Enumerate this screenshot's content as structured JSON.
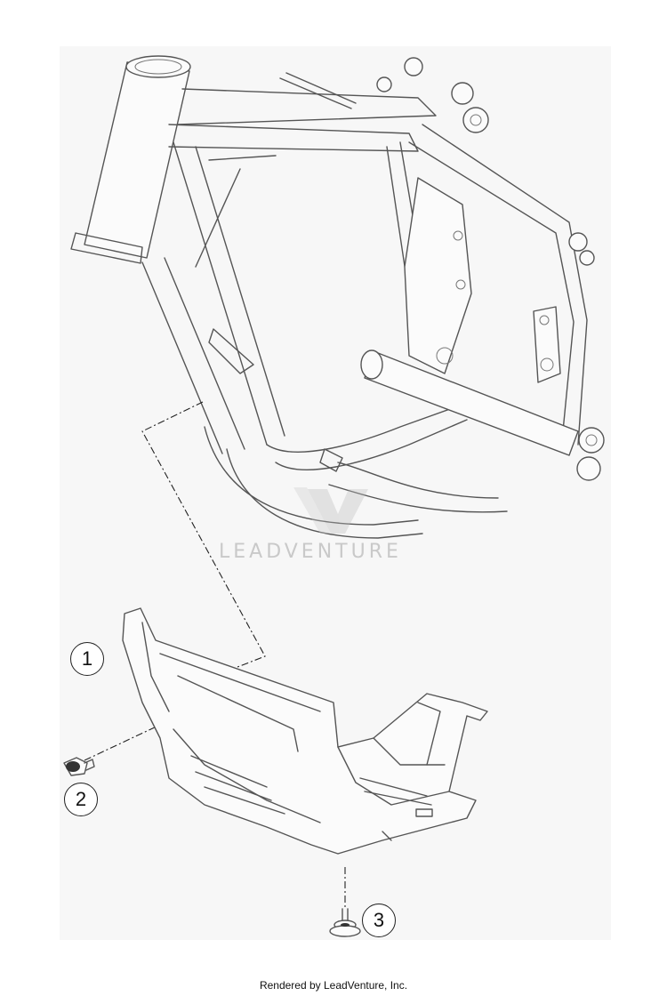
{
  "callouts": [
    {
      "label": "1"
    },
    {
      "label": "2"
    },
    {
      "label": "3"
    }
  ],
  "watermark": {
    "text": "LEADVENTURE"
  },
  "footer": {
    "text": "Rendered by LeadVenture, Inc."
  }
}
